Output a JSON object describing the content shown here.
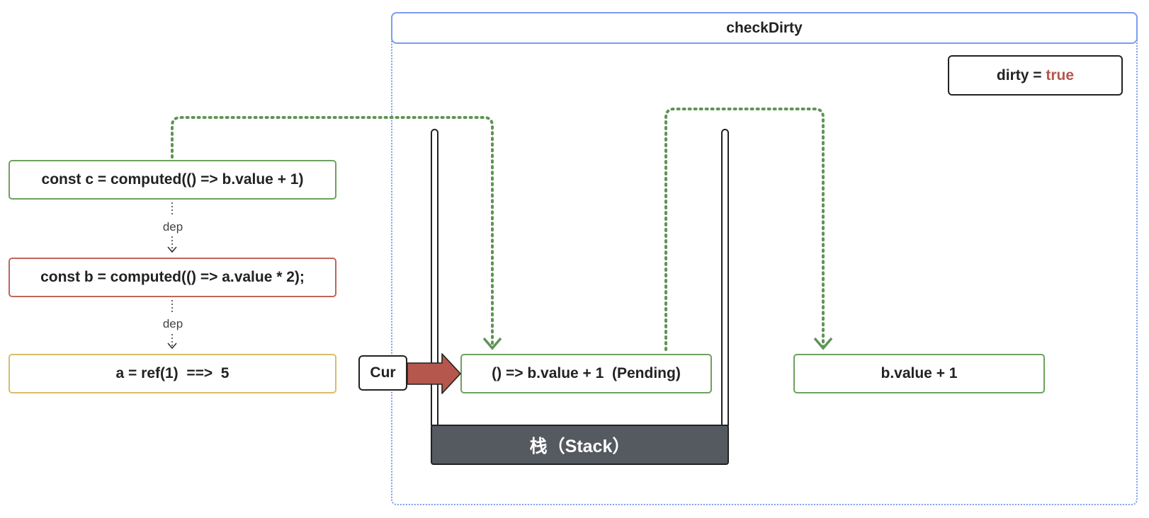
{
  "frame": {
    "title": "checkDirty"
  },
  "dirty": {
    "label": "dirty = ",
    "value": "true"
  },
  "nodes": {
    "c": "const c = computed(() => b.value + 1)",
    "b": "const b = computed(() => a.value * 2);",
    "a": "a = ref(1)  ==>  5"
  },
  "dep_labels": [
    "dep",
    "dep"
  ],
  "cursor": {
    "label": "Cur"
  },
  "stack": {
    "item": "() => b.value + 1  (Pending)",
    "label": "栈（Stack）"
  },
  "result": {
    "label": "b.value + 1"
  },
  "colors": {
    "frame": "#7b9cf0",
    "green": "#6ea15f",
    "red": "#c0655d",
    "yellow": "#d9bd6a",
    "cursor_arrow": "#b5574d",
    "stack_base": "#555a60",
    "dirty_value": "#b5574d"
  }
}
